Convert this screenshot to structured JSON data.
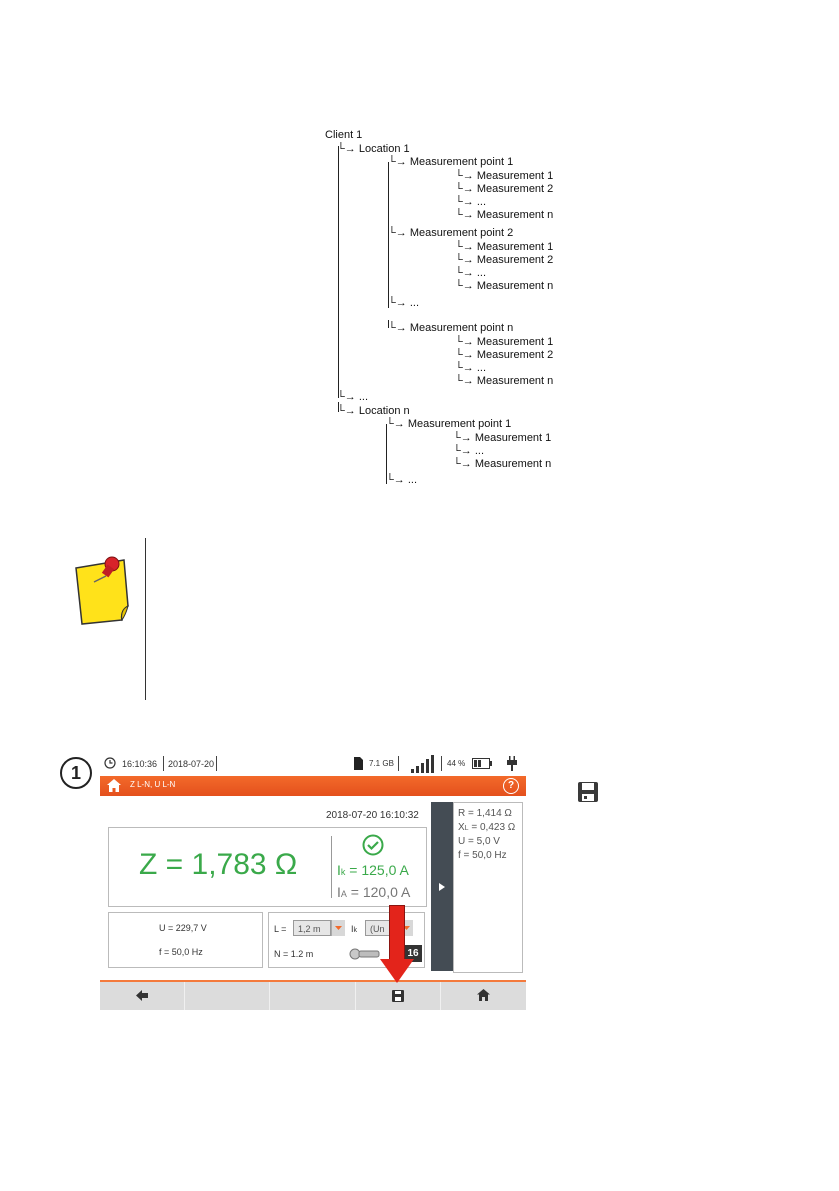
{
  "tree": {
    "client": "Client 1",
    "location1": "Location 1",
    "mp1": "Measurement point 1",
    "mp1_items": [
      "Measurement 1",
      "Measurement 2",
      "...",
      "Measurement n"
    ],
    "mp2": "Measurement point 2",
    "mp2_items": [
      "Measurement 1",
      "Measurement 2",
      "...",
      "Measurement n"
    ],
    "mp_ellipsis": "...",
    "mpn": "Measurement point n",
    "mpn_items": [
      "Measurement 1",
      "Measurement 2",
      "...",
      "Measurement n"
    ],
    "loc_ellipsis": "...",
    "locationn": "Location n",
    "ln_mp1": "Measurement point 1",
    "ln_mp1_items": [
      "Measurement 1",
      "...",
      "Measurement n"
    ],
    "ln_ellipsis": "..."
  },
  "arrow_glyph": "└→",
  "step": {
    "number": "1"
  },
  "screen": {
    "status": {
      "time": "16:10:36",
      "date": "2018-07-20",
      "storage": "7.1 GB",
      "battery": "44 %"
    },
    "title": "Z L-N, U L-N",
    "help_icon": "?",
    "timestamp": "2018-07-20 16:10:32",
    "main_value": "Z = 1,783 Ω",
    "ik_label": "I",
    "ik_sub": "k",
    "ik_value": " = 125,0 A",
    "ia_label": "I",
    "ia_sub": "A",
    "ia_value": " = 120,0 A",
    "voltage": "U = 229,7 V",
    "frequency": "f = 50,0 Hz",
    "l_label": "L =",
    "l_value": "1,2 m",
    "ik2_label": "I",
    "ik2_sub": "k",
    "un_value": "(Un",
    "n_value": "N = 1.2 m",
    "fuse_value": "16",
    "right_values": {
      "r": "R   = 1,414 Ω",
      "xl_label": "X",
      "xl_sub": "L",
      "xl": " = 0,423 Ω",
      "u": "U   = 5,0 V",
      "f": "f    = 50,0 Hz"
    },
    "colors": {
      "accent": "#f36a2a",
      "value_green": "#3aa94a",
      "arrow_red": "#e3241b"
    }
  }
}
